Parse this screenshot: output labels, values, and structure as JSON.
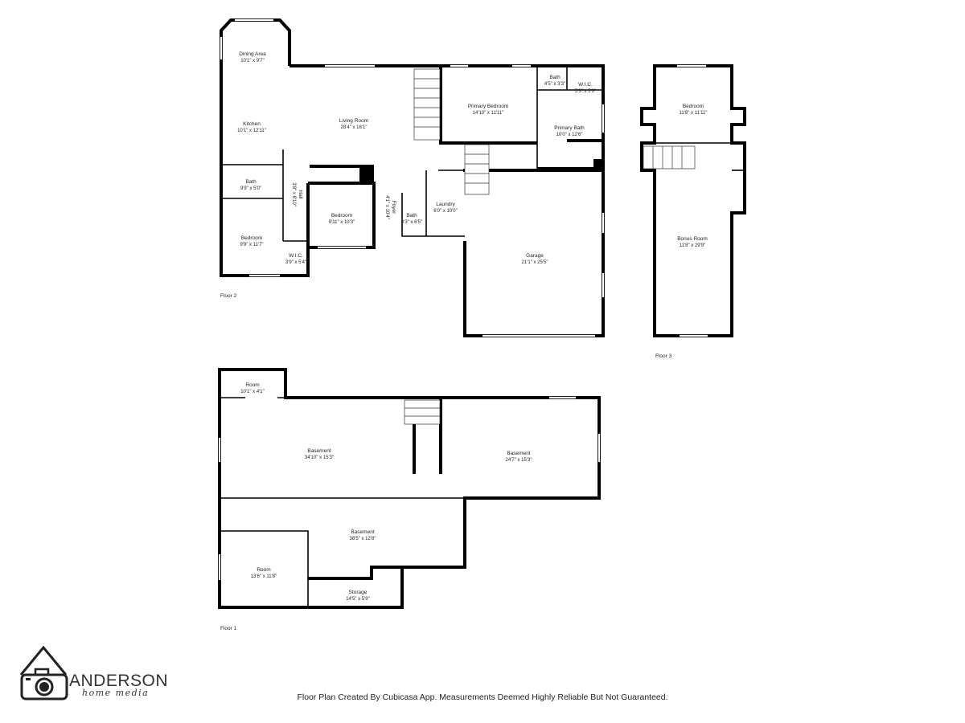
{
  "floors": {
    "floor2": "Floor 2",
    "floor3": "Floor 3",
    "floor1": "Floor 1"
  },
  "rooms": {
    "dining": {
      "name": "Dining Area",
      "dim": "10'1\" x 9'7\""
    },
    "kitchen": {
      "name": "Kitchen",
      "dim": "10'1\" x 12'11\""
    },
    "living": {
      "name": "Living Room",
      "dim": "28'4\" x 16'1\""
    },
    "primary_bed": {
      "name": "Primary Bedroom",
      "dim": "14'10\" x 11'11\""
    },
    "bath_small": {
      "name": "Bath",
      "dim": "4'5\" x 3'3\""
    },
    "wic_primary": {
      "name": "W.I.C.",
      "dim": "5'3\" x 5'3\""
    },
    "primary_bath": {
      "name": "Primary Bath",
      "dim": "10'0\" x 12'6\""
    },
    "bath_f2": {
      "name": "Bath",
      "dim": "9'9\" x 5'0\""
    },
    "hall": {
      "name": "Hall",
      "dim": "3'8\" x 8'10\""
    },
    "bedroom_mid": {
      "name": "Bedroom",
      "dim": "9'11\" x 10'3\""
    },
    "foyer": {
      "name": "Foyer",
      "dim": "4'1\" x 10'4\""
    },
    "bath_laundry": {
      "name": "Bath",
      "dim": "3'3\" x 6'5\""
    },
    "laundry": {
      "name": "Laundry",
      "dim": "6'0\" x 10'0\""
    },
    "bedroom_left": {
      "name": "Bedroom",
      "dim": "9'9\" x 11'7\""
    },
    "wic_left": {
      "name": "W.I.C.",
      "dim": "3'9\" x 5'4\""
    },
    "garage": {
      "name": "Garage",
      "dim": "21'1\" x 25'5\""
    },
    "bedroom_f3": {
      "name": "Bedroom",
      "dim": "11'8\" x 11'11\""
    },
    "bonus": {
      "name": "Bonus Room",
      "dim": "11'8\" x 29'9\""
    },
    "room_small": {
      "name": "Room",
      "dim": "10'1\" x 4'1\""
    },
    "basement1": {
      "name": "Basement",
      "dim": "34'10\" x 15'3\""
    },
    "basement2": {
      "name": "Basement",
      "dim": "24'7\" x 15'3\""
    },
    "basement3": {
      "name": "Basement",
      "dim": "38'5\" x 12'8\""
    },
    "room_large": {
      "name": "Room",
      "dim": "13'6\" x 11'8\""
    },
    "storage": {
      "name": "Storage",
      "dim": "14'5\" x 5'9\""
    }
  },
  "footer": "Floor Plan Created By Cubicasa App. Measurements Deemed Highly Reliable But Not Guaranteed.",
  "logo": {
    "name": "ANDERSON",
    "sub": "home media",
    "icon": "camera-house-icon"
  },
  "colors": {
    "wall": "#000000",
    "background": "#ffffff"
  }
}
